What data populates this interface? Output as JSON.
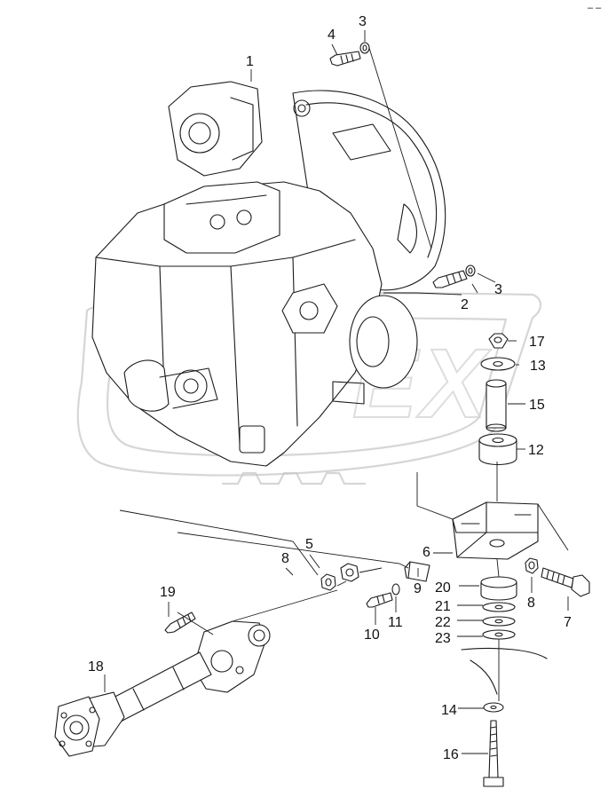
{
  "diagram": {
    "colors": {
      "ink": "#1a1a1a",
      "watermark": "#c8c8c8",
      "background": "#ffffff"
    },
    "watermark_text": "OPEX",
    "corner_mark": "– –",
    "labels": [
      {
        "id": "l1",
        "text": "1"
      },
      {
        "id": "l2",
        "text": "2"
      },
      {
        "id": "l3a",
        "text": "3"
      },
      {
        "id": "l3b",
        "text": "3"
      },
      {
        "id": "l4",
        "text": "4"
      },
      {
        "id": "l5",
        "text": "5"
      },
      {
        "id": "l6",
        "text": "6"
      },
      {
        "id": "l7",
        "text": "7"
      },
      {
        "id": "l8a",
        "text": "8"
      },
      {
        "id": "l8b",
        "text": "8"
      },
      {
        "id": "l9",
        "text": "9"
      },
      {
        "id": "l10",
        "text": "10"
      },
      {
        "id": "l11",
        "text": "11"
      },
      {
        "id": "l12",
        "text": "12"
      },
      {
        "id": "l13",
        "text": "13"
      },
      {
        "id": "l14",
        "text": "14"
      },
      {
        "id": "l15",
        "text": "15"
      },
      {
        "id": "l16",
        "text": "16"
      },
      {
        "id": "l17",
        "text": "17"
      },
      {
        "id": "l18",
        "text": "18"
      },
      {
        "id": "l19",
        "text": "19"
      },
      {
        "id": "l20",
        "text": "20"
      },
      {
        "id": "l21",
        "text": "21"
      },
      {
        "id": "l22",
        "text": "22"
      },
      {
        "id": "l23",
        "text": "23"
      }
    ]
  }
}
